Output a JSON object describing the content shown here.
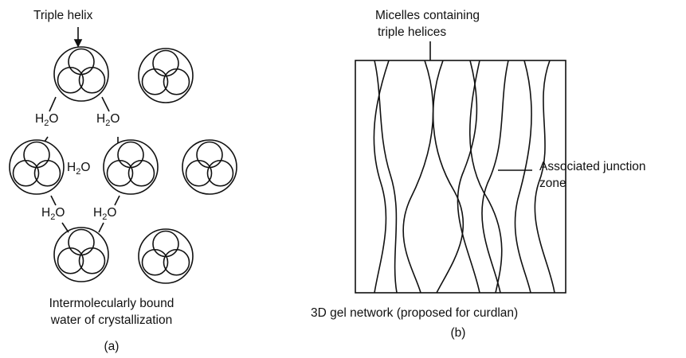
{
  "panel_a": {
    "title_label": "Triple helix",
    "water": {
      "h": "H",
      "sub": "2",
      "o": "O"
    },
    "caption_line1": "Intermolecularly bound",
    "caption_line2": "water of crystallization",
    "panel_label": "(a)"
  },
  "panel_b": {
    "top_label_line1": "Micelles containing",
    "top_label_line2": "triple helices",
    "junction_line1": "Associated junction",
    "junction_line2": "zone",
    "caption": "3D gel network  (proposed for curdlan)",
    "panel_label": "(b)"
  }
}
